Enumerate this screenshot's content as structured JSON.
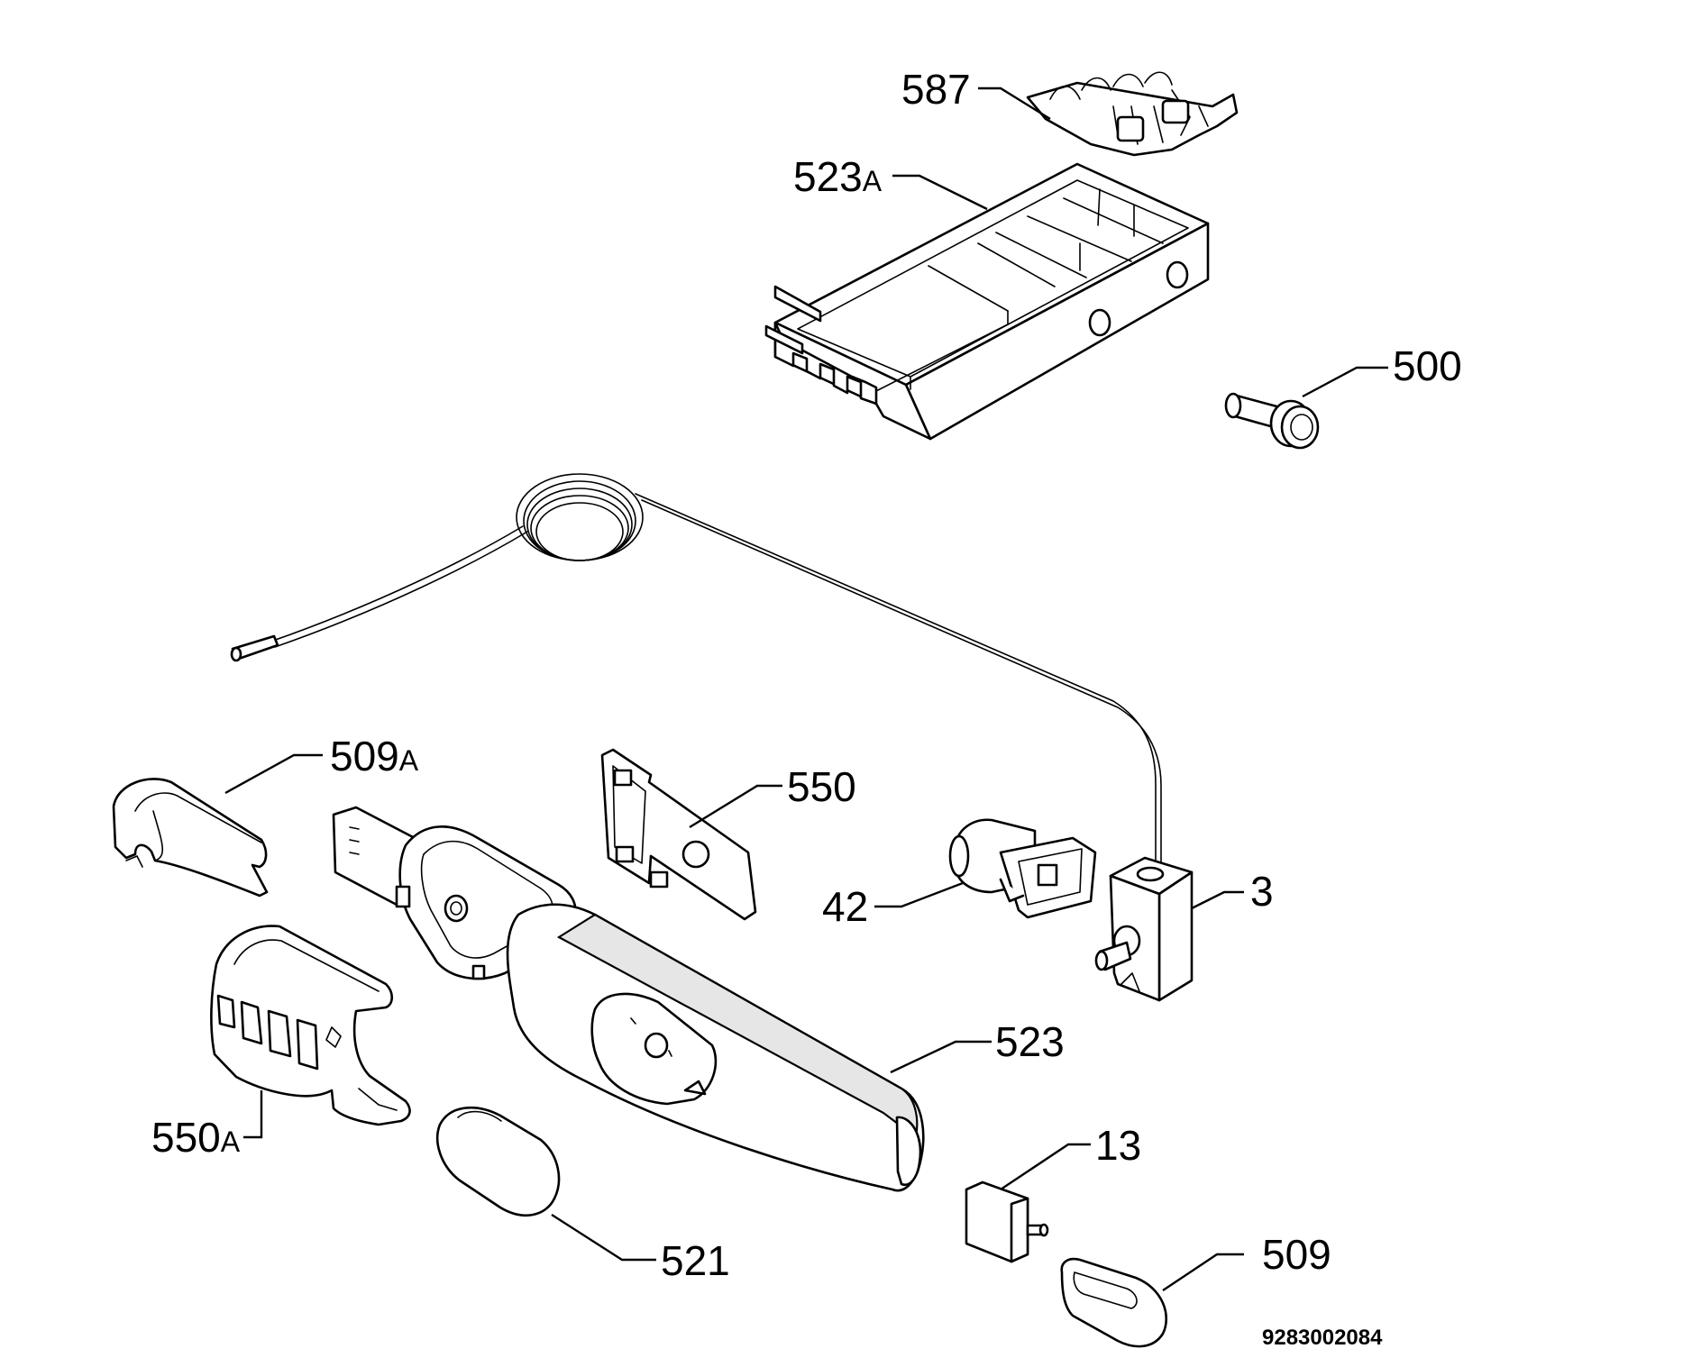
{
  "diagram": {
    "callouts": {
      "c587": "587",
      "c523a_num": "523",
      "c523a_suffix": "A",
      "c500": "500",
      "c509a_num": "509",
      "c509a_suffix": "A",
      "c550": "550",
      "c42": "42",
      "c3": "3",
      "c523": "523",
      "c550a_num": "550",
      "c550a_suffix": "A",
      "c13": "13",
      "c521": "521",
      "c509": "509"
    },
    "drawing_number": "9283002084"
  },
  "colors": {
    "line": "#000000",
    "background": "#ffffff",
    "shade": "#e6e6e6"
  }
}
